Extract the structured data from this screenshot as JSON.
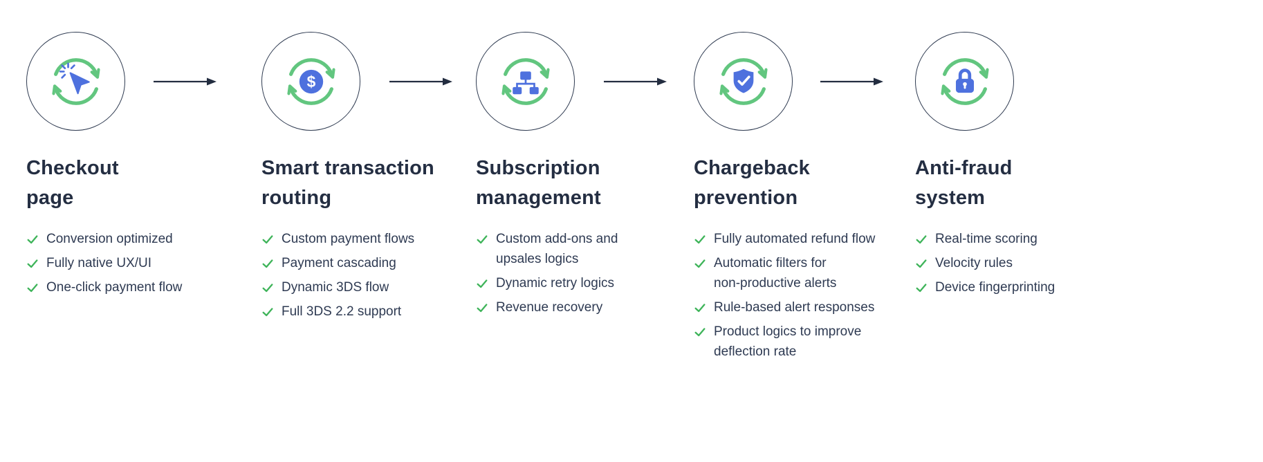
{
  "colors": {
    "check_green": "#3fb45a",
    "cycle_green": "#62c67f",
    "icon_blue": "#4e71de",
    "title_text": "#242e42",
    "body_text": "#2e3a52",
    "circle_outline": "#2e3a50",
    "flow_arrow": "#232d40",
    "background": "#ffffff"
  },
  "icons": {
    "step_1": "cursor-click-cycle-icon",
    "step_2": "dollar-cycle-icon",
    "step_3": "sitemap-cycle-icon",
    "step_4": "shield-check-cycle-icon",
    "step_5": "padlock-cycle-icon",
    "list_bullet": "check-icon",
    "connector": "right-arrow-icon"
  },
  "steps": [
    {
      "title": "Checkout\npage",
      "items": [
        "Conversion optimized",
        "Fully native UX/UI",
        "One-click payment flow"
      ]
    },
    {
      "title": "Smart transaction\nrouting",
      "items": [
        "Custom payment flows",
        "Payment cascading",
        "Dynamic 3DS flow",
        "Full 3DS 2.2 support"
      ]
    },
    {
      "title": "Subscription\nmanagement",
      "items": [
        "Custom add-ons and\nupsales logics",
        "Dynamic retry logics",
        "Revenue recovery"
      ]
    },
    {
      "title": "Chargeback\nprevention",
      "items": [
        "Fully automated refund flow",
        "Automatic filters for\nnon-productive alerts",
        "Rule-based alert responses",
        "Product logics to improve\ndeflection rate"
      ]
    },
    {
      "title": "Anti-fraud\nsystem",
      "items": [
        "Real-time scoring",
        "Velocity rules",
        "Device fingerprinting"
      ]
    }
  ]
}
